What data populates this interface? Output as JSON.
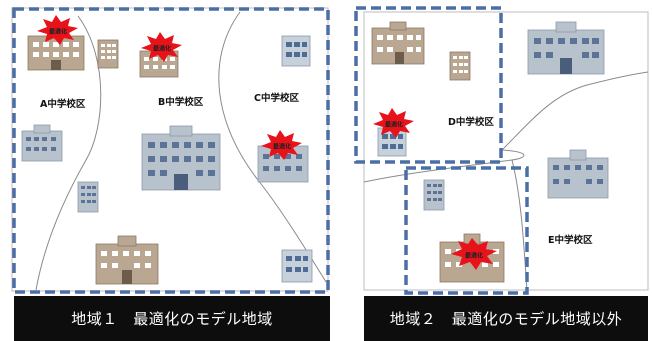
{
  "regions": [
    {
      "caption": "地域１　最適化のモデル地域",
      "school_labels": [
        "A中学校区",
        "B中学校区",
        "C中学校区"
      ]
    },
    {
      "caption": "地域２　最適化のモデル地域以外",
      "school_labels": [
        "D中学校区",
        "E中学校区"
      ]
    }
  ],
  "badge_text": "最適化",
  "colors": {
    "dashed_border": "#4a6fa5",
    "badge": "#e8121b",
    "caption_bg": "#0d0d0d",
    "building_tan": "#b9a791",
    "building_gray": "#b8c2cd",
    "boundary_line": "#8a8a8a"
  }
}
